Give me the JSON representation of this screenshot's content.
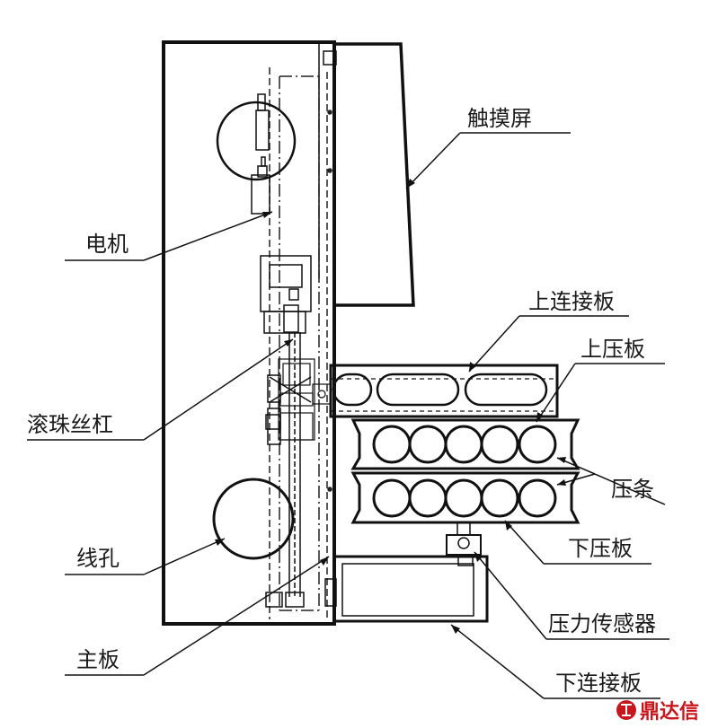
{
  "labels": {
    "touchscreen": "触摸屏",
    "motor": "电机",
    "upper_connecting_plate": "上连接板",
    "upper_pressure_plate": "上压板",
    "ball_screw": "滚珠丝杠",
    "pressure_bar": "压条",
    "wire_hole": "线孔",
    "lower_pressure_plate": "下压板",
    "pressure_sensor": "压力传感器",
    "main_board": "主板",
    "lower_connecting_plate": "下连接板"
  },
  "watermark": {
    "text": "鼎达信",
    "color": "#c8161d"
  }
}
